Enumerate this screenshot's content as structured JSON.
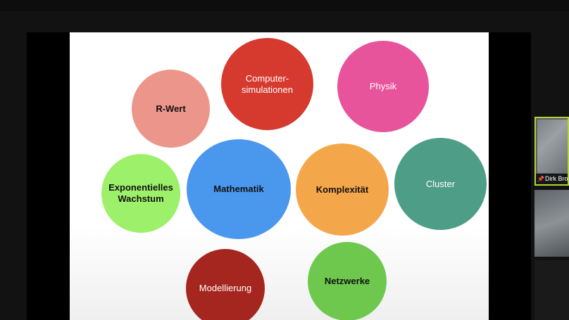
{
  "slide": {
    "bubbles": [
      {
        "label": "Computer-\nsimulationen",
        "color": "#d63a2f",
        "style": "light"
      },
      {
        "label": "Physik",
        "color": "#e8549c",
        "style": "light"
      },
      {
        "label": "R-Wert",
        "color": "#ec958a",
        "style": "dark"
      },
      {
        "label": "Exponentielles Wachstum",
        "color": "#9df06a",
        "style": "dark"
      },
      {
        "label": "Mathematik",
        "color": "#4a97ee",
        "style": "dark"
      },
      {
        "label": "Komplexität",
        "color": "#f4a64a",
        "style": "dark"
      },
      {
        "label": "Cluster",
        "color": "#4e9e87",
        "style": "light"
      },
      {
        "label": "Modellierung",
        "color": "#a5261f",
        "style": "light"
      },
      {
        "label": "Netzwerke",
        "color": "#6ec84e",
        "style": "dark"
      }
    ]
  },
  "participants": {
    "active_name": "Dirk Broc",
    "active_border_color": "#b7d334"
  }
}
